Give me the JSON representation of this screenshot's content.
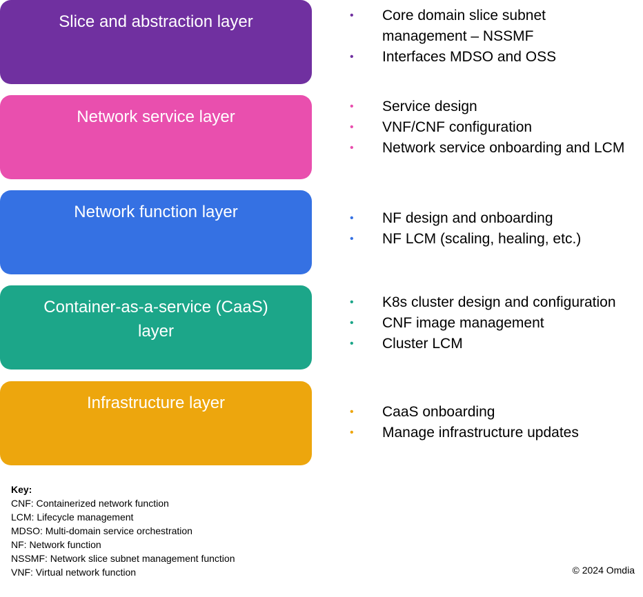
{
  "layers": [
    {
      "title": "Slice and abstraction layer",
      "color": "#7030A0",
      "bullets": [
        "Core domain slice subnet management – NSSMF",
        "Interfaces MDSO and OSS"
      ]
    },
    {
      "title": "Network service layer",
      "color": "#E94FAE",
      "bullets": [
        "Service design",
        "VNF/CNF configuration",
        "Network service onboarding and LCM"
      ]
    },
    {
      "title": "Network function layer",
      "color": "#3571E3",
      "bullets": [
        "NF design and onboarding",
        "NF LCM (scaling, healing, etc.)"
      ]
    },
    {
      "title": "Container-as-a-service  (CaaS) layer",
      "color": "#1CA689",
      "bullets": [
        "K8s cluster design and configuration",
        "CNF image management",
        "Cluster LCM"
      ]
    },
    {
      "title": "Infrastructure layer",
      "color": "#EDA60D",
      "bullets": [
        "CaaS onboarding",
        "Manage infrastructure updates"
      ]
    }
  ],
  "bullet_glyph": "•",
  "key": {
    "title": "Key:",
    "entries": [
      "CNF: Containerized network function",
      "LCM: Lifecycle management",
      "MDSO: Multi-domain service orchestration",
      "NF: Network function",
      "NSSMF: Network slice subnet management function",
      "VNF: Virtual network function"
    ]
  },
  "copyright": "© 2024 Omdia"
}
